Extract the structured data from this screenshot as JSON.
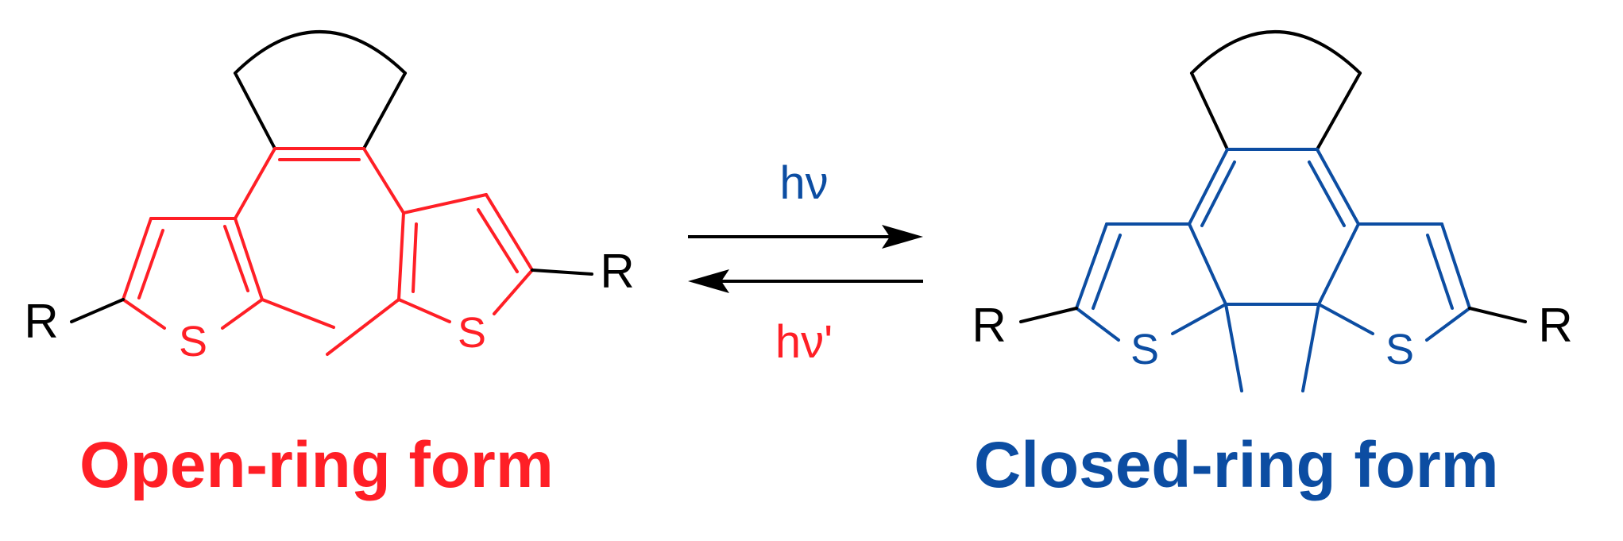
{
  "colors": {
    "open": "#ff1f26",
    "closed": "#0c4da2",
    "skeleton": "#000000"
  },
  "reaction": {
    "forward_label": "hν",
    "reverse_label": "hν'"
  },
  "open_form": {
    "caption": "Open-ring form",
    "substituent_left": "R",
    "substituent_right": "R",
    "heteroatom_left": "S",
    "heteroatom_right": "S"
  },
  "closed_form": {
    "caption": "Closed-ring form",
    "substituent_left": "R",
    "substituent_right": "R",
    "heteroatom_left": "S",
    "heteroatom_right": "S"
  }
}
